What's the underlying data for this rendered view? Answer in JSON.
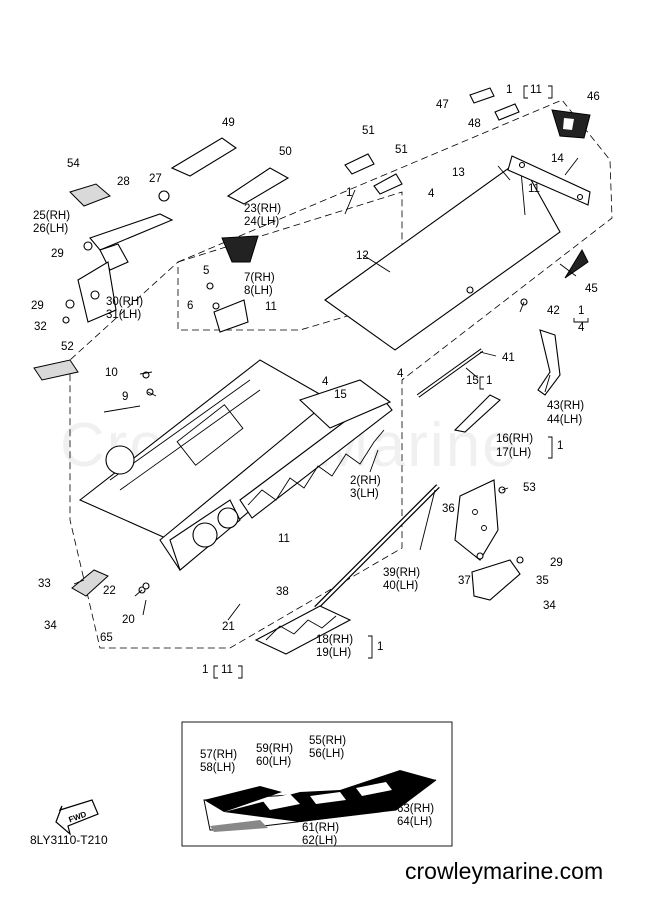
{
  "watermark": "Crowley Marine",
  "diagram_code": "8LY3110-T210",
  "site": "crowleymarine.com",
  "fwd_label": "FWD",
  "callouts": {
    "c1": "1",
    "c2": "2(RH)",
    "c3": "3(LH)",
    "c4": "4",
    "c5": "5",
    "c6": "6",
    "c7": "7(RH)",
    "c8": "8(LH)",
    "c9": "9",
    "c10": "10",
    "c11": "11",
    "c12": "12",
    "c13": "13",
    "c14": "14",
    "c15": "15",
    "c16": "16(RH)",
    "c17": "17(LH)",
    "c18": "18(RH)",
    "c19": "19(LH)",
    "c20": "20",
    "c21": "21",
    "c22": "22",
    "c23": "23(RH)",
    "c24": "24(LH)",
    "c25": "25(RH)",
    "c26": "26(LH)",
    "c27": "27",
    "c28": "28",
    "c29": "29",
    "c30": "30(RH)",
    "c31": "31(LH)",
    "c32": "32",
    "c33": "33",
    "c34": "34",
    "c35": "35",
    "c36": "36",
    "c37": "37",
    "c38": "38",
    "c39": "39(RH)",
    "c40": "40(LH)",
    "c41": "41",
    "c42": "42",
    "c43": "43(RH)",
    "c44": "44(LH)",
    "c45": "45",
    "c46": "46",
    "c47": "47",
    "c48": "48",
    "c49": "49",
    "c50": "50",
    "c51": "51",
    "c52": "52",
    "c53": "53",
    "c54": "54",
    "c55": "55(RH)",
    "c56": "56(LH)",
    "c57": "57(RH)",
    "c58": "58(LH)",
    "c59": "59(RH)",
    "c60": "60(LH)",
    "c61": "61(RH)",
    "c62": "62(LH)",
    "c63": "63(RH)",
    "c64": "64(LH)",
    "c65": "65"
  }
}
